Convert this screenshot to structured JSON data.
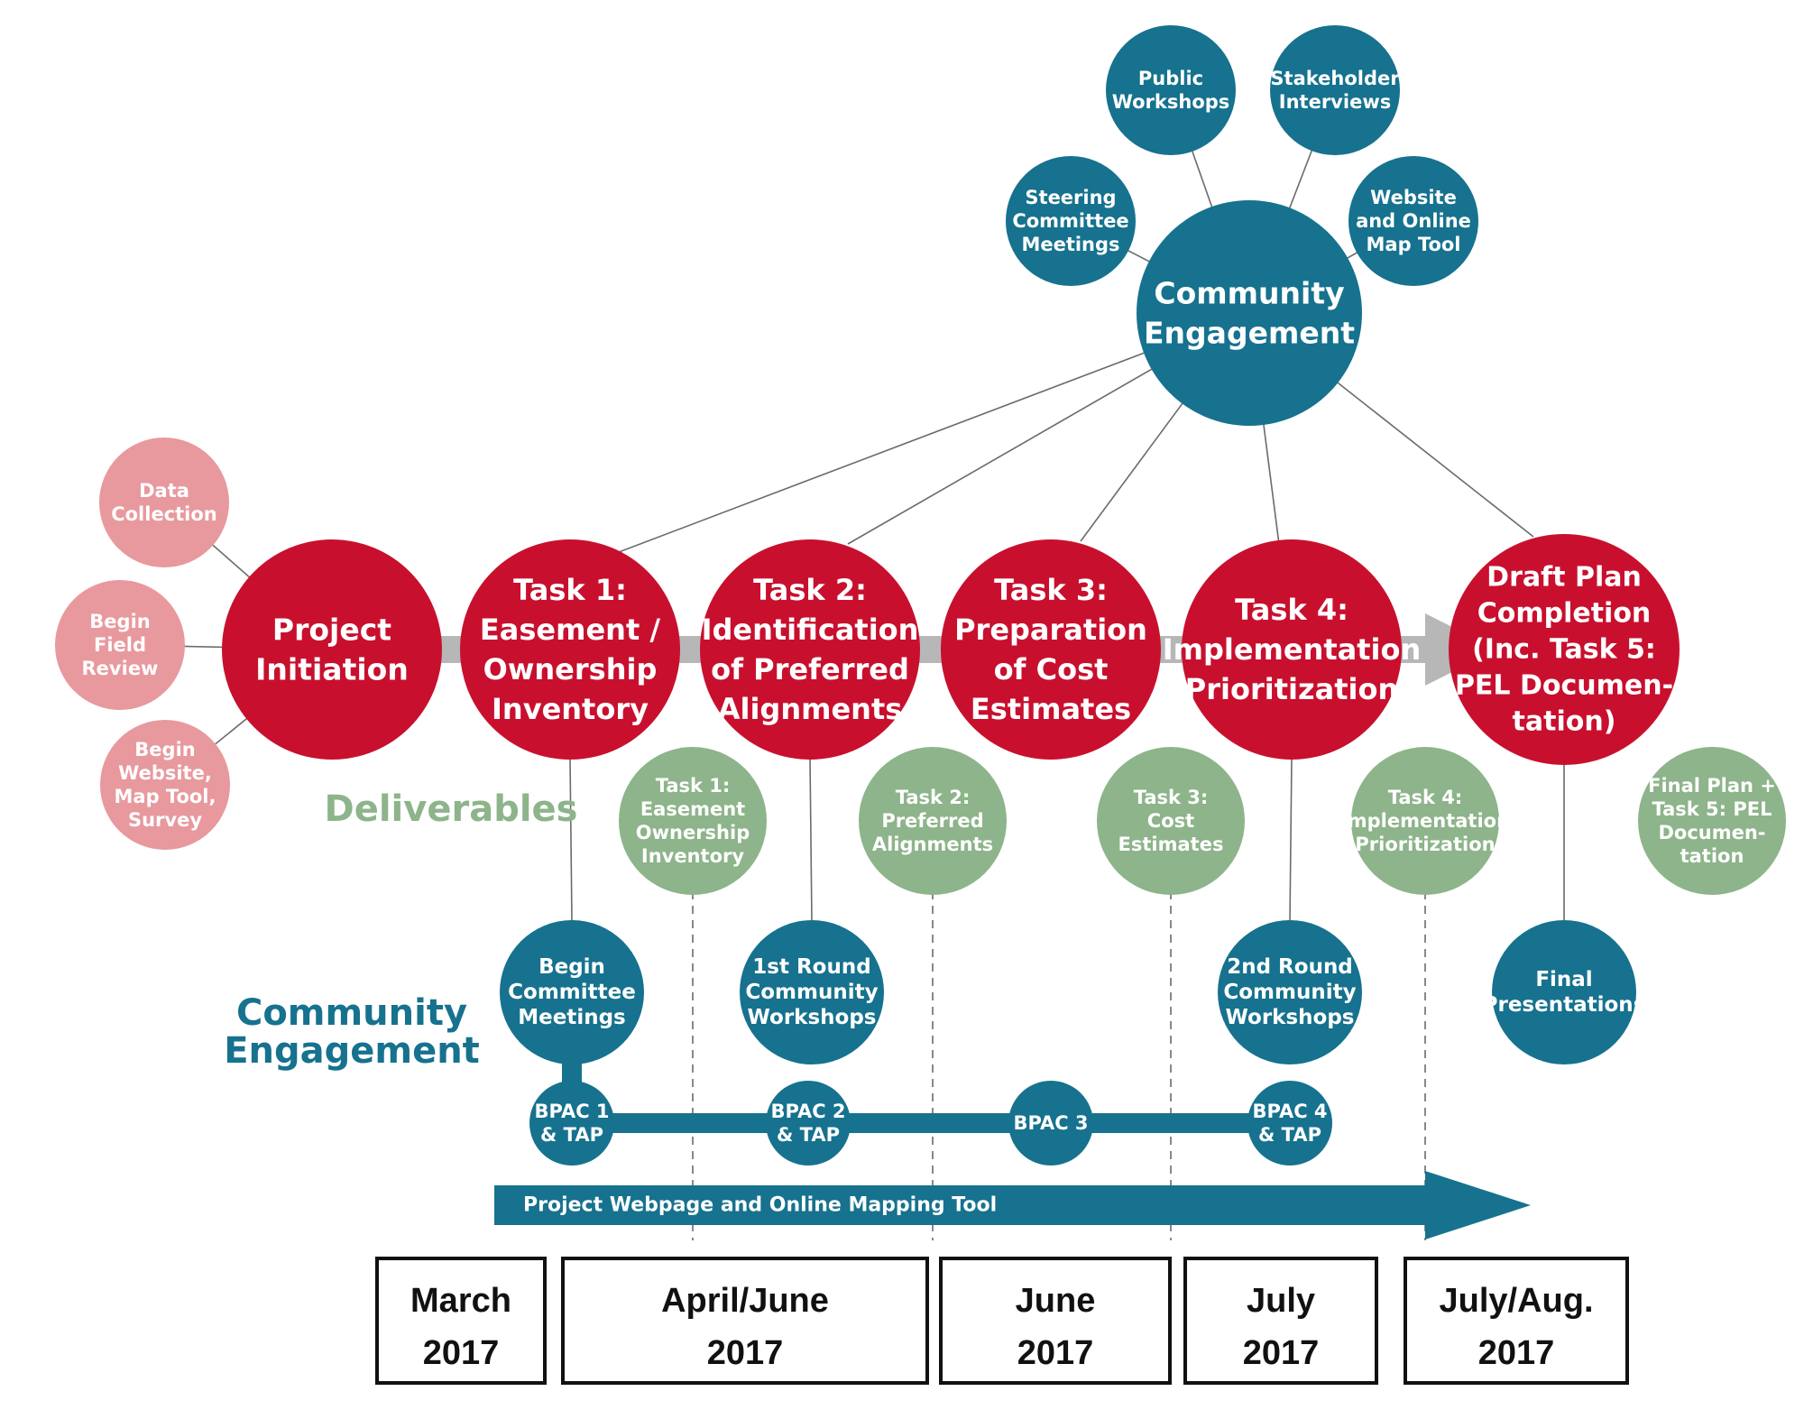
{
  "colors": {
    "red": "#c8102e",
    "pink": "#e8999e",
    "teal": "#16728e",
    "green": "#8db48a",
    "gray_line": "#6b6b6b",
    "arrow_gray": "#b7b7b7"
  },
  "community": {
    "hub": [
      "Community",
      "Engagement"
    ],
    "satellites": [
      [
        "Public",
        "Workshops"
      ],
      [
        "Stakeholder",
        "Interviews"
      ],
      [
        "Steering",
        "Committee",
        "Meetings"
      ],
      [
        "Website",
        "and Online",
        "Map Tool"
      ]
    ]
  },
  "initiation": {
    "main": [
      "Project",
      "Initiation"
    ],
    "subs": [
      [
        "Data",
        "Collection"
      ],
      [
        "Begin",
        "Field",
        "Review"
      ],
      [
        "Begin",
        "Website,",
        "Map Tool,",
        "Survey"
      ]
    ]
  },
  "tasks": [
    [
      "Task 1:",
      "Easement /",
      "Ownership",
      "Inventory"
    ],
    [
      "Task 2:",
      "Identification",
      "of Preferred",
      "Alignments"
    ],
    [
      "Task 3:",
      "Preparation",
      "of Cost",
      "Estimates"
    ],
    [
      "Task 4:",
      "Implementation",
      "Prioritization"
    ],
    [
      "Draft Plan",
      "Completion",
      "(Inc. Task 5:",
      "PEL Documen-",
      "tation)"
    ]
  ],
  "deliverables_label": "Deliverables",
  "deliverables": [
    [
      "Task 1:",
      "Easement",
      "Ownership",
      "Inventory"
    ],
    [
      "Task 2:",
      "Preferred",
      "Alignments"
    ],
    [
      "Task 3:",
      "Cost",
      "Estimates"
    ],
    [
      "Task 4:",
      "Implementation",
      "Prioritization"
    ],
    [
      "Final Plan +",
      "Task 5: PEL",
      "Documen-",
      "tation"
    ]
  ],
  "engagement_label": [
    "Community",
    "Engagement"
  ],
  "engagement_events": [
    [
      "Begin",
      "Committee",
      "Meetings"
    ],
    [
      "1st Round",
      "Community",
      "Workshops"
    ],
    [
      "2nd Round",
      "Community",
      "Workshops"
    ],
    [
      "Final",
      "Presentations"
    ]
  ],
  "bpac": [
    [
      "BPAC 1",
      "& TAP"
    ],
    [
      "BPAC 2",
      "& TAP"
    ],
    [
      "BPAC 3"
    ],
    [
      "BPAC 4",
      "& TAP"
    ]
  ],
  "webpage_arrow": "Project Webpage and Online Mapping Tool",
  "timeline": [
    [
      "March",
      "2017"
    ],
    [
      "April/June",
      "2017"
    ],
    [
      "June",
      "2017"
    ],
    [
      "July",
      "2017"
    ],
    [
      "July/Aug.",
      "2017"
    ]
  ]
}
